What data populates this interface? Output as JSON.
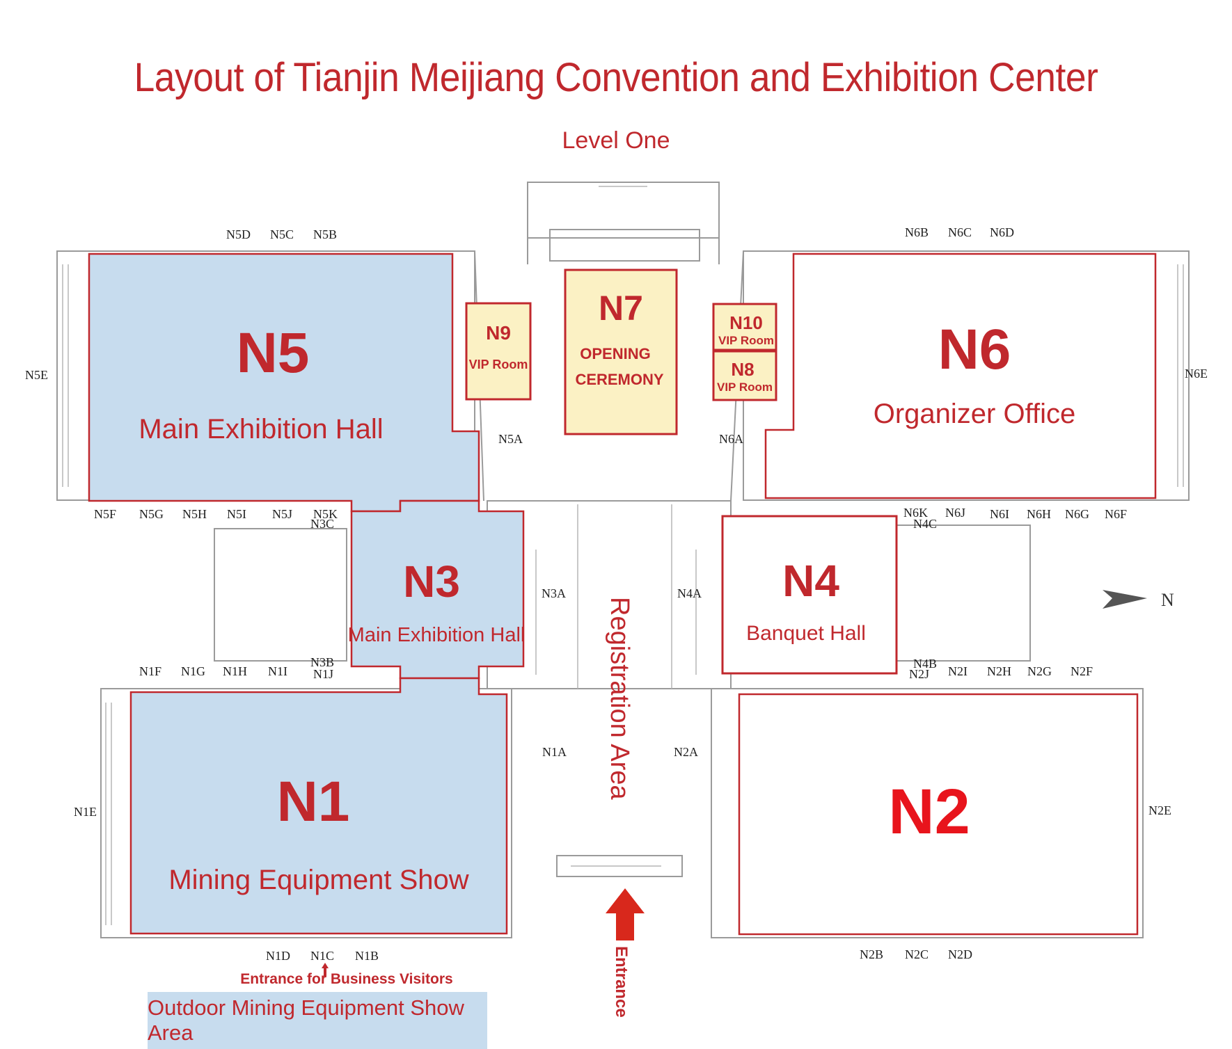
{
  "title": "Layout of Tianjin Meijiang Convention and Exhibition Center",
  "level": "Level One",
  "halls": {
    "n5": {
      "code": "N5",
      "name": "Main Exhibition Hall"
    },
    "n6": {
      "code": "N6",
      "name": "Organizer Office"
    },
    "n7": {
      "code": "N7",
      "line1": "OPENING",
      "line2": "CEREMONY"
    },
    "n9": {
      "code": "N9",
      "name": "VIP Room"
    },
    "n10": {
      "code": "N10",
      "name": "VIP Room"
    },
    "n8": {
      "code": "N8",
      "name": "VIP Room"
    },
    "n3": {
      "code": "N3",
      "name": "Main Exhibition Hall"
    },
    "n4": {
      "code": "N4",
      "name": "Banquet Hall"
    },
    "n1": {
      "code": "N1",
      "name": "Mining Equipment Show"
    },
    "n2": {
      "code": "N2"
    }
  },
  "registration": "Registration Area",
  "entrance": "Entrance",
  "business_entrance": "Entrance for Business Visitors",
  "outdoor": "Outdoor Mining Equipment Show Area",
  "compass": "N",
  "gates": {
    "n5d": "N5D",
    "n5c": "N5C",
    "n5b": "N5B",
    "n6b": "N6B",
    "n6c": "N6C",
    "n6d": "N6D",
    "n5e": "N5E",
    "n6e": "N6E",
    "n5a": "N5A",
    "n6a": "N6A",
    "n5f": "N5F",
    "n5g": "N5G",
    "n5h": "N5H",
    "n5i": "N5I",
    "n5j": "N5J",
    "n5k": "N5K",
    "n3c": "N3C",
    "n6k": "N6K",
    "n6j": "N6J",
    "n4c": "N4C",
    "n6i": "N6I",
    "n6h": "N6H",
    "n6g": "N6G",
    "n6f": "N6F",
    "n3a": "N3A",
    "n4a": "N4A",
    "n3b": "N3B",
    "n1f": "N1F",
    "n1g": "N1G",
    "n1h": "N1H",
    "n1i": "N1I",
    "n1j": "N1J",
    "n4b": "N4B",
    "n2j": "N2J",
    "n2i": "N2I",
    "n2h": "N2H",
    "n2g": "N2G",
    "n2f": "N2F",
    "n1a": "N1A",
    "n2a": "N2A",
    "n1e": "N1E",
    "n2e": "N2E",
    "n1d": "N1D",
    "n1c": "N1C",
    "n1b": "N1B",
    "n2b": "N2B",
    "n2c": "N2C",
    "n2d": "N2D"
  },
  "colors": {
    "accent": "#c0282d",
    "blue_hall": "#c7dcee",
    "yellow_hall": "#fbf1c4",
    "n2_label": "#e8141c"
  }
}
